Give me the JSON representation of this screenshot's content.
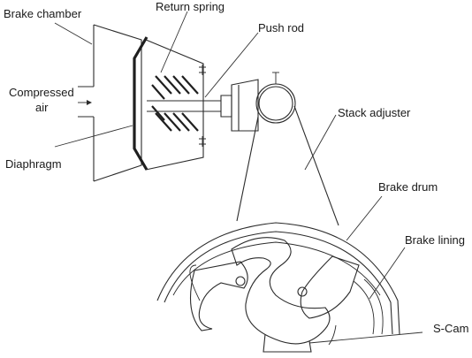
{
  "labels": {
    "brake_chamber": "Brake chamber",
    "return_spring": "Return spring",
    "push_rod": "Push rod",
    "compressed_air_line1": "Compressed",
    "compressed_air_line2": "air",
    "slack_adjuster": "Stack adjuster",
    "diaphragm": "Diaphragm",
    "brake_drum": "Brake drum",
    "brake_lining": "Brake lining",
    "s_cam": "S-Cam"
  }
}
